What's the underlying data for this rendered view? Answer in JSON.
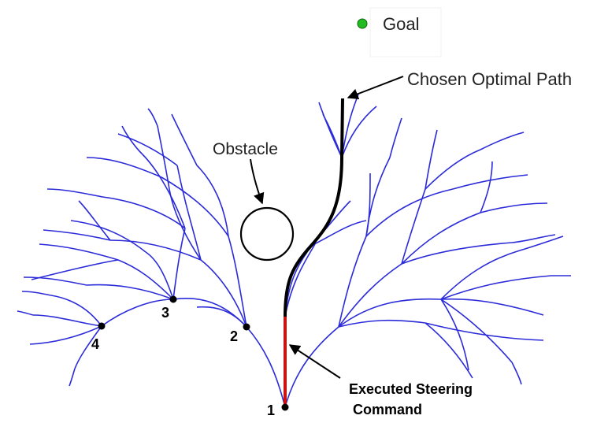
{
  "legend": {
    "goal_label": "Goal",
    "goal_color": "#22bb22"
  },
  "labels": {
    "chosen_path": "Chosen Optimal Path",
    "obstacle": "Obstacle",
    "executed_line1": "Executed Steering",
    "executed_line2": "Command"
  },
  "nodes": [
    "1",
    "2",
    "3",
    "4"
  ],
  "colors": {
    "tree": "#2b2bd9",
    "chosen_path": "#000000",
    "executed_command": "#cc1111",
    "obstacle": "#000000"
  }
}
